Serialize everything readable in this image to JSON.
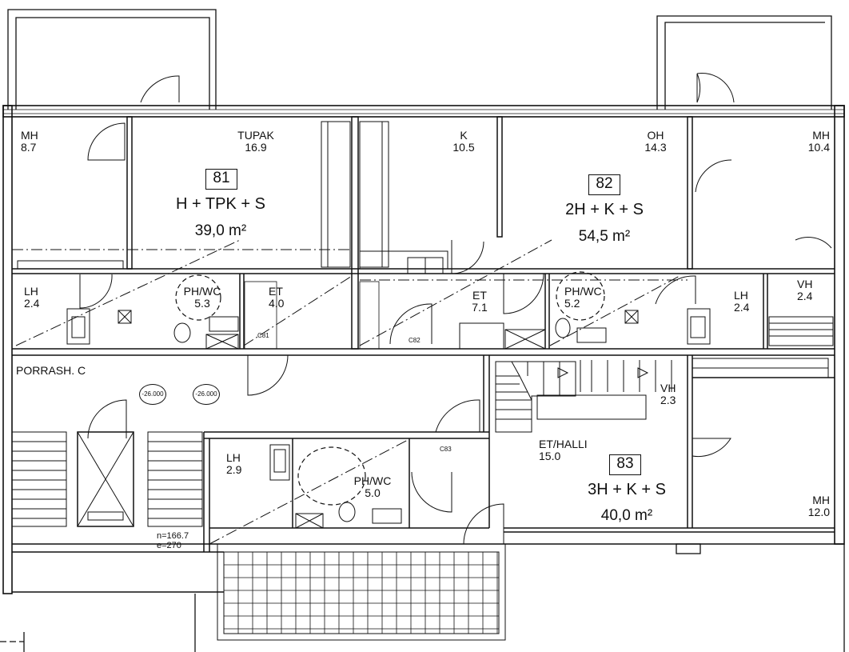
{
  "apartments": [
    {
      "number": "81",
      "type": "H + TPK + S",
      "area": "39,0 m²"
    },
    {
      "number": "82",
      "type": "2H + K + S",
      "area": "54,5 m²"
    },
    {
      "number": "83",
      "type": "3H + K + S",
      "area": "40,0 m²"
    }
  ],
  "rooms": [
    {
      "name": "MH",
      "area": "8.7"
    },
    {
      "name": "TUPAK",
      "area": "16.9"
    },
    {
      "name": "K",
      "area": "10.5"
    },
    {
      "name": "OH",
      "area": "14.3"
    },
    {
      "name": "MH",
      "area": "10.4"
    },
    {
      "name": "LH",
      "area": "2.4"
    },
    {
      "name": "PH/WC",
      "area": "5.3"
    },
    {
      "name": "ET",
      "area": "4.0"
    },
    {
      "name": "ET",
      "area": "7.1"
    },
    {
      "name": "PH/WC",
      "area": "5.2"
    },
    {
      "name": "LH",
      "area": "2.4"
    },
    {
      "name": "VH",
      "area": "2.4"
    },
    {
      "name": "VH",
      "area": "2.3"
    },
    {
      "name": "LH",
      "area": "2.9"
    },
    {
      "name": "PH/WC",
      "area": "5.0"
    },
    {
      "name": "ET/HALLI",
      "area": "15.0"
    },
    {
      "name": "MH",
      "area": "12.0"
    }
  ],
  "stair_label": "PORRASH. C",
  "elevations": [
    "-26.000",
    "-26.000"
  ],
  "stair_note": {
    "n": "n=166.7",
    "e": "e=270"
  },
  "door_codes": [
    "C81",
    "C82",
    "C83"
  ]
}
